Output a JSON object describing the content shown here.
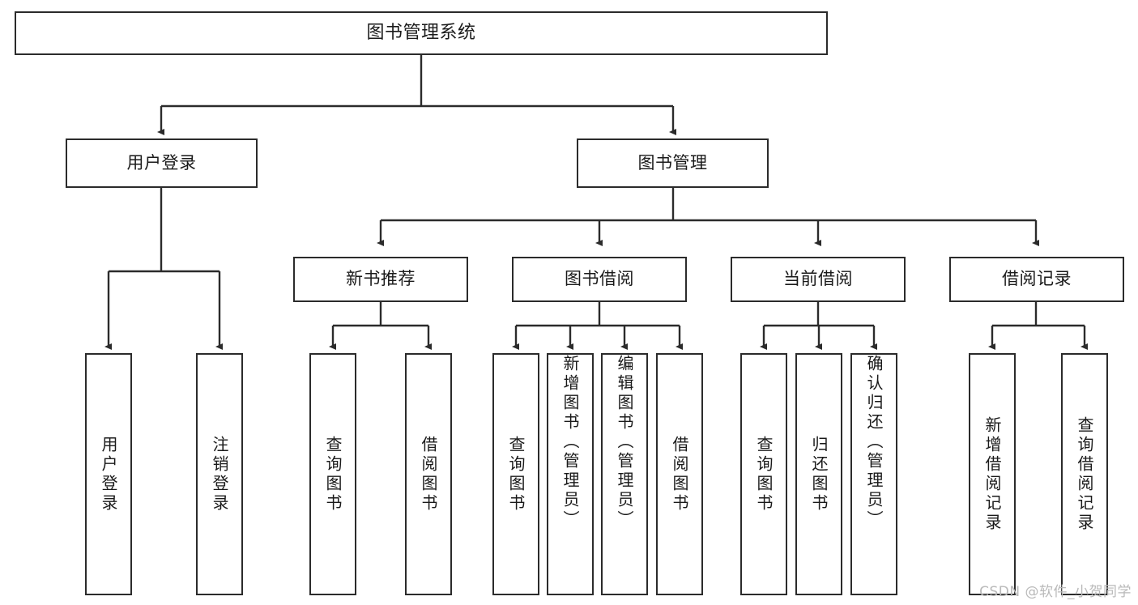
{
  "diagram": {
    "title": "图书管理系统",
    "type": "tree-hierarchy",
    "root": {
      "id": "root",
      "label": "图书管理系统"
    },
    "level2": [
      {
        "id": "user-login",
        "label": "用户登录"
      },
      {
        "id": "book-manage",
        "label": "图书管理"
      }
    ],
    "level3": [
      {
        "id": "new-book-recommend",
        "label": "新书推荐",
        "parent": "book-manage"
      },
      {
        "id": "book-borrow",
        "label": "图书借阅",
        "parent": "book-manage"
      },
      {
        "id": "current-borrow",
        "label": "当前借阅",
        "parent": "book-manage"
      },
      {
        "id": "borrow-record",
        "label": "借阅记录",
        "parent": "book-manage"
      }
    ],
    "leaves": {
      "user_login": [
        {
          "id": "leaf-user-login",
          "label": "用户登录"
        },
        {
          "id": "leaf-user-logout",
          "label": "注销登录"
        }
      ],
      "new_book_recommend": [
        {
          "id": "leaf-query-book-1",
          "label": "查询图书"
        },
        {
          "id": "leaf-borrow-book-1",
          "label": "借阅图书"
        }
      ],
      "book_borrow": [
        {
          "id": "leaf-query-book-2",
          "label": "查询图书"
        },
        {
          "id": "leaf-add-book",
          "label": "新增图书（管理员）"
        },
        {
          "id": "leaf-edit-book",
          "label": "编辑图书（管理员）"
        },
        {
          "id": "leaf-borrow-book-2",
          "label": "借阅图书"
        }
      ],
      "current_borrow": [
        {
          "id": "leaf-query-book-3",
          "label": "查询图书"
        },
        {
          "id": "leaf-return-book",
          "label": "归还图书"
        },
        {
          "id": "leaf-confirm-return",
          "label": "确认归还（管理员）"
        }
      ],
      "borrow_record": [
        {
          "id": "leaf-add-record",
          "label": "新增借阅记录"
        },
        {
          "id": "leaf-query-record",
          "label": "查询借阅记录"
        }
      ]
    }
  },
  "watermark": {
    "text": "CSDN @软件_小贺同学"
  },
  "colors": {
    "stroke": "#2b2b2b",
    "fill": "#ffffff",
    "text": "#1a1a1a",
    "watermark": "#b9b9b9"
  }
}
